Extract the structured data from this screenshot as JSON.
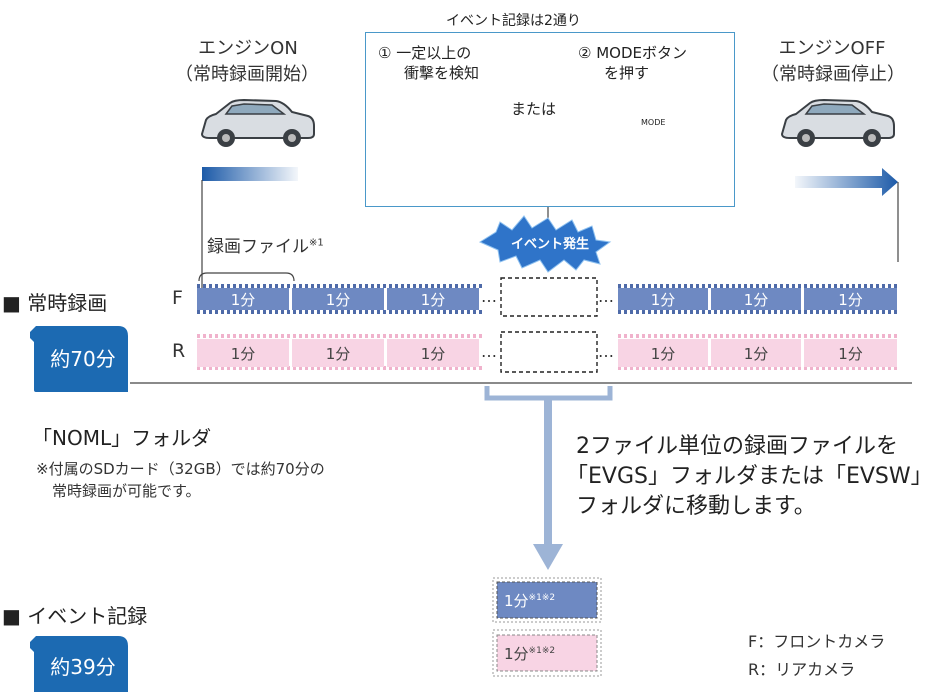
{
  "header": {
    "engine_on_line1": "エンジンON",
    "engine_on_line2": "（常時録画開始）",
    "engine_off_line1": "エンジンOFF",
    "engine_off_line2": "（常時録画停止）",
    "event_types_title": "イベント記録は2通り"
  },
  "event_box": {
    "option1_line1": "① 一定以上の",
    "option1_line2": "衝撃を検知",
    "or_text": "または",
    "option2_line1": "② MODEボタン",
    "option2_line2": "を押す",
    "mode_button_label": "MODE"
  },
  "timeline": {
    "recording_file_label": "録画ファイル",
    "recording_file_note": "※1",
    "event_occurs_label": "イベント発生",
    "row_F_label": "F",
    "row_R_label": "R",
    "segment_label": "1分",
    "ellipsis": "…"
  },
  "continuous": {
    "title": "■ 常時録画",
    "card_label": "約70分",
    "folder_label": "「NOML」フォルダ",
    "note_line1": "※付属のSDカード（32GB）では約70分の",
    "note_line2": "常時録画が可能です。"
  },
  "move_text": {
    "line1": "2ファイル単位の録画ファイルを",
    "line2": "「EVGS」フォルダまたは「EVSW」",
    "line3": "フォルダに移動します。"
  },
  "event_record": {
    "title": "■ イベント記録",
    "card_label": "約39分",
    "file_F_label": "1分",
    "file_R_label": "1分",
    "file_note": "※1※2"
  },
  "legend": {
    "front": "F：フロントカメラ",
    "rear": "R：リアカメラ"
  },
  "colors": {
    "accent_blue": "#1c6ab2",
    "frame_blue": "#4a98c9",
    "front_segment": "#6e89c2",
    "rear_segment": "#f8d4e4",
    "burst_blue": "#2f74c9",
    "arrow_blue": "#9db4d6"
  },
  "icons": [
    "car-icon",
    "crash-car-icon",
    "mode-button-hand-icon",
    "starburst-icon",
    "sd-card-icon"
  ]
}
